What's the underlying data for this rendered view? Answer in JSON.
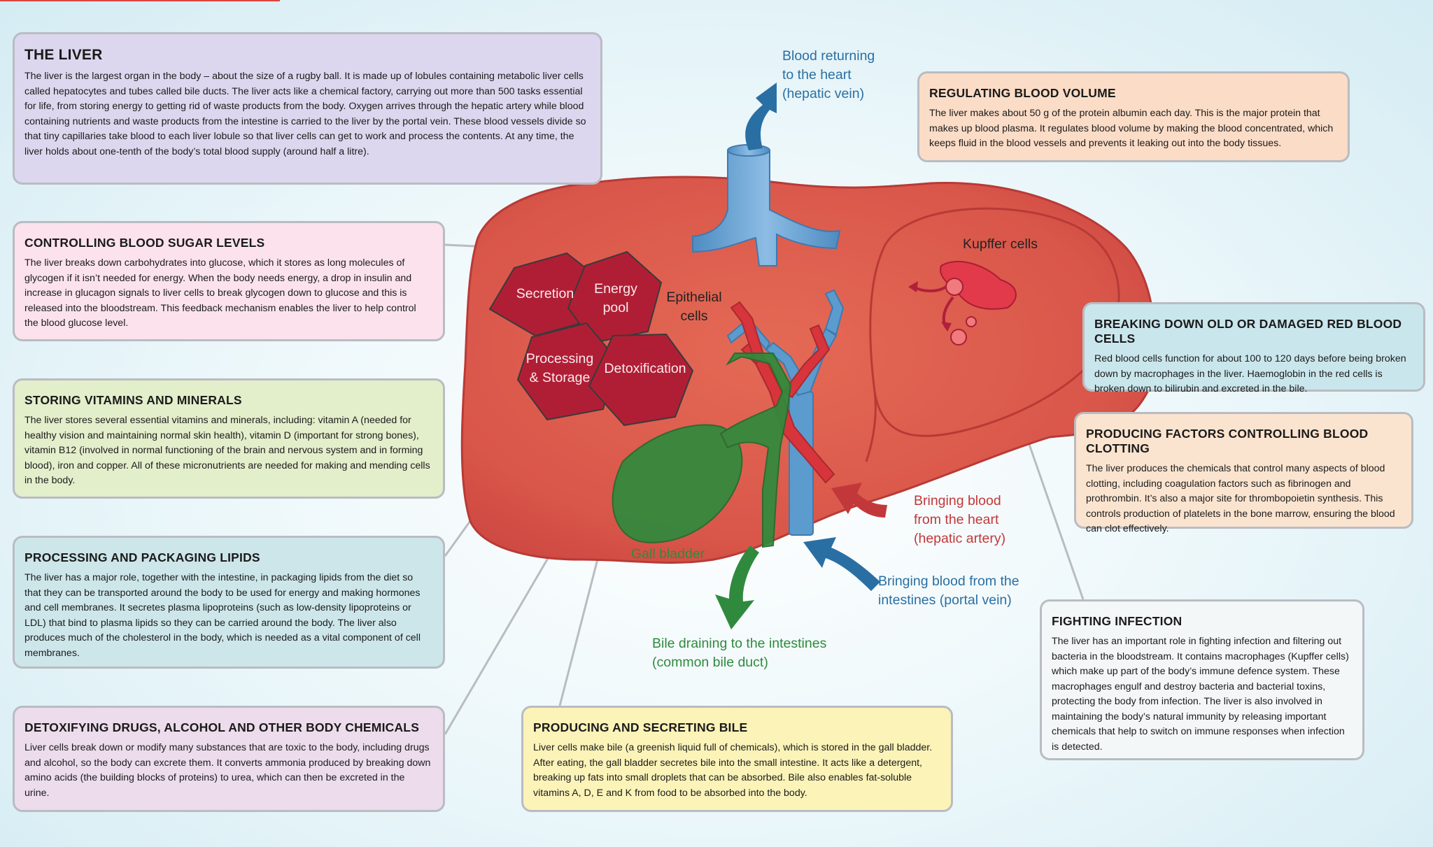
{
  "boxes": {
    "liver": {
      "title": "THE LIVER",
      "text": "The liver is the largest organ in the body – about the size of a rugby ball. It is made up of lobules containing metabolic liver cells called hepatocytes and tubes called bile ducts. The liver acts like a chemical factory, carrying out more than 500 tasks essential for life, from storing energy to getting rid of waste products from the body. Oxygen arrives through the hepatic artery while blood containing nutrients and waste products from the intestine is carried to the liver by the portal vein. These blood vessels divide so that tiny capillaries take blood to each liver lobule so that liver cells can get to work and process the contents. At any time, the liver holds about one-tenth of the body’s total blood supply (around half a litre)."
    },
    "sugar": {
      "title": "CONTROLLING BLOOD SUGAR LEVELS",
      "text": "The liver breaks down carbohydrates into glucose, which it stores as long molecules of glycogen if it isn’t needed for energy. When the body needs energy, a drop in insulin and increase in glucagon signals to liver cells to break glycogen down to glucose and this is released into the bloodstream. This feedback mechanism enables the liver to help control the blood glucose level."
    },
    "vitamins": {
      "title": "STORING VITAMINS AND MINERALS",
      "text": "The liver stores several essential vitamins and minerals, including: vitamin A (needed for healthy vision and maintaining normal skin health), vitamin D (important for strong bones), vitamin B12 (involved in normal functioning of the brain and nervous system and in forming blood), iron and copper. All of these micronutrients are needed for making and mending cells in the body."
    },
    "lipids": {
      "title": "PROCESSING AND PACKAGING LIPIDS",
      "text": "The liver has a major role, together with the intestine, in packaging lipids from the diet so that they can be transported around the body to be used for energy and making hormones and cell membranes. It secretes plasma lipoproteins (such as low-density lipoproteins or LDL) that bind to plasma lipids so they can be carried around the body. The liver also produces much of the cholesterol in the body, which is needed as a vital component of cell membranes."
    },
    "detox": {
      "title": "DETOXIFYING DRUGS, ALCOHOL AND OTHER BODY CHEMICALS",
      "text": "Liver cells break down or modify many substances that are toxic to the body, including drugs and alcohol, so the body can excrete them. It converts ammonia produced by breaking down amino acids (the building blocks of proteins) to urea, which can then be excreted in the urine."
    },
    "bile": {
      "title": "PRODUCING AND SECRETING BILE",
      "text": "Liver cells make bile (a greenish liquid full of chemicals), which is stored in the gall bladder. After eating, the gall bladder secretes bile into the small intestine. It acts like a detergent, breaking up fats into small droplets that can be absorbed. Bile also enables fat-soluble vitamins A, D, E and K from food to be absorbed into the body."
    },
    "volume": {
      "title": "REGULATING BLOOD VOLUME",
      "text": "The liver makes about 50 g of the protein albumin each day. This is the major protein that makes up blood plasma. It regulates blood volume by making the blood concentrated, which keeps fluid in the blood vessels and prevents it leaking out into the body tissues."
    },
    "rbc": {
      "title": "BREAKING DOWN OLD OR DAMAGED RED BLOOD CELLS",
      "text": "Red blood cells function for about 100 to 120 days before being broken down by macrophages in the liver. Haemoglobin in the red cells is broken down to bilirubin and excreted in the bile."
    },
    "clotting": {
      "title": "PRODUCING FACTORS CONTROLLING BLOOD CLOTTING",
      "text": "The liver produces the chemicals that control many aspects of blood clotting, including coagulation factors such as fibrinogen and prothrombin. It’s also a major site for thrombopoietin synthesis. This controls production of platelets in the bone marrow, ensuring the blood can clot effectively."
    },
    "infection": {
      "title": "FIGHTING INFECTION",
      "text": "The liver has an important role in fighting infection and filtering out bacteria in the bloodstream. It contains macrophages (Kupffer cells) which make up part of the body’s immune defence system. These macrophages engulf and destroy bacteria and bacterial toxins, protecting the body from infection. The liver is also involved in maintaining the body’s natural immunity by releasing important chemicals that help to switch on immune responses when infection is detected."
    }
  },
  "labels": {
    "hepatic_vein_1": "Blood returning",
    "hepatic_vein_2": "to the heart",
    "hepatic_vein_3": "(hepatic vein)",
    "kupffer": "Kupffer cells",
    "epithelial_1": "Epithelial",
    "epithelial_2": "cells",
    "gall_bladder": "Gall bladder",
    "artery_1": "Bringing blood",
    "artery_2": "from the heart",
    "artery_3": "(hepatic artery)",
    "portal_1": "Bringing blood from the",
    "portal_2": "intestines (portal vein)",
    "bile_duct_1": "Bile draining to the intestines",
    "bile_duct_2": "(common bile duct)"
  },
  "hexagons": {
    "secretion": "Secretion",
    "energy_1": "Energy",
    "energy_2": "pool",
    "processing_1": "Processing",
    "processing_2": "& Storage",
    "detox": "Detoxification"
  },
  "colors": {
    "liver": "#d9564a",
    "hexagon": "#b01e36",
    "vein": "#5b9bcd",
    "artery": "#d8343c",
    "bile": "#2f8a3d"
  }
}
